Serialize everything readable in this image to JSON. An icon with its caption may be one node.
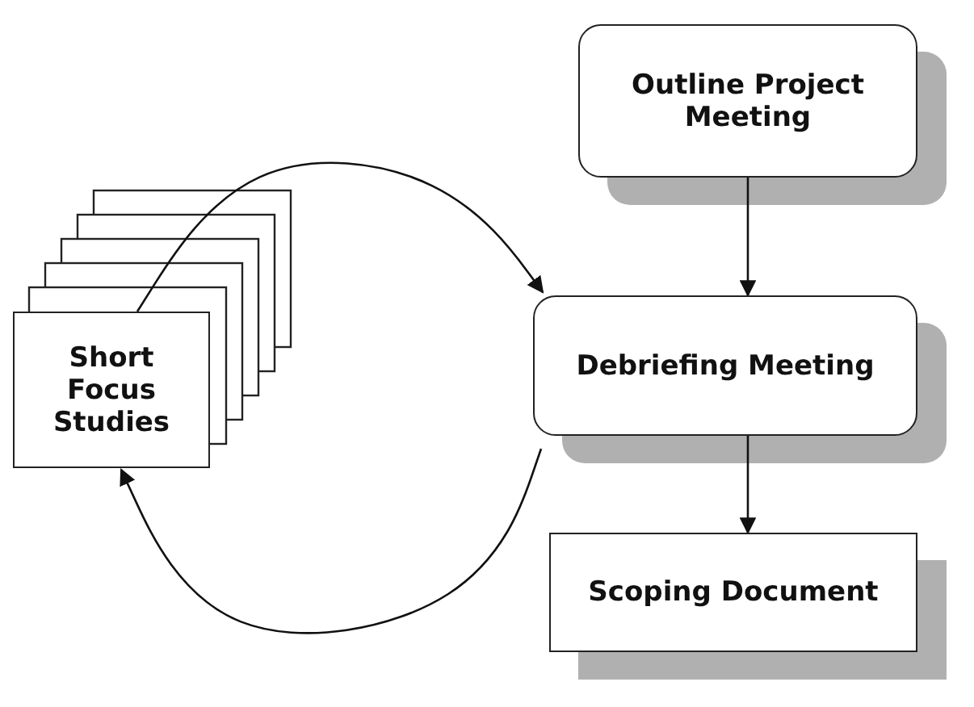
{
  "diagram": {
    "nodes": [
      {
        "text": [
          "Outline Project Meeting"
        ]
      },
      {
        "text": [
          "Short Focus Studies"
        ]
      },
      {
        "text": [
          "Debriefing Meeting"
        ]
      },
      {
        "text": [
          "Scoping Document"
        ]
      }
    ],
    "edges": [
      {
        "from": 0,
        "to": 2,
        "arrow": "to"
      },
      {
        "from": 2,
        "to": 3,
        "arrow": "to"
      },
      {
        "from": 1,
        "to": 2,
        "arrow": "to"
      },
      {
        "from": 2,
        "to": 1,
        "arrow": "to"
      }
    ]
  }
}
